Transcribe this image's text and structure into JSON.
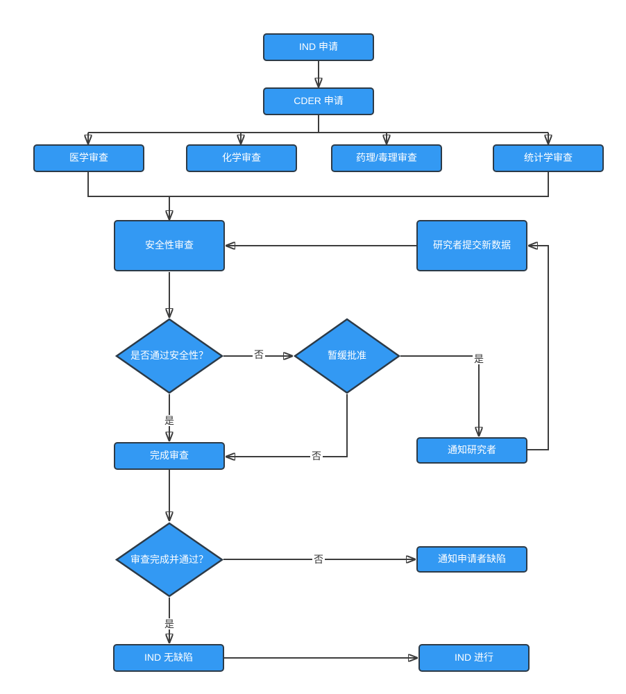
{
  "flowchart": {
    "nodes": {
      "ind_application": {
        "label": "IND 申请"
      },
      "cder_application": {
        "label": "CDER 申请"
      },
      "medical_review": {
        "label": "医学审查"
      },
      "chemistry_review": {
        "label": "化学审查"
      },
      "pharmtox_review": {
        "label": "药理/毒理审查"
      },
      "statistics_review": {
        "label": "统计学审查"
      },
      "safety_review": {
        "label": "安全性审查"
      },
      "investigator_submits_new_data": {
        "label": "研究者提交新数据"
      },
      "pass_safety_decision": {
        "label": "是否通过安全性？"
      },
      "clinical_hold_decision": {
        "label": "暂缓批准"
      },
      "notify_investigator": {
        "label": "通知研究者"
      },
      "complete_review": {
        "label": "完成审查"
      },
      "review_complete_pass_decision": {
        "label": "审查完成并通过？"
      },
      "notify_applicant_deficiency": {
        "label": "通知申请者缺陷"
      },
      "ind_no_deficiency": {
        "label": "IND 无缺陷"
      },
      "ind_proceeds": {
        "label": "IND 进行"
      }
    },
    "edge_labels": {
      "safety_no": "否",
      "safety_yes": "是",
      "hold_yes": "是",
      "hold_no": "否",
      "review_no": "否",
      "review_yes": "是"
    },
    "colors": {
      "node_fill": "#3399f3",
      "node_border": "#2c3a47",
      "node_text": "#ffffff",
      "connector": "#3c3c3c",
      "edge_label_text": "#333333",
      "background": "#ffffff"
    }
  }
}
